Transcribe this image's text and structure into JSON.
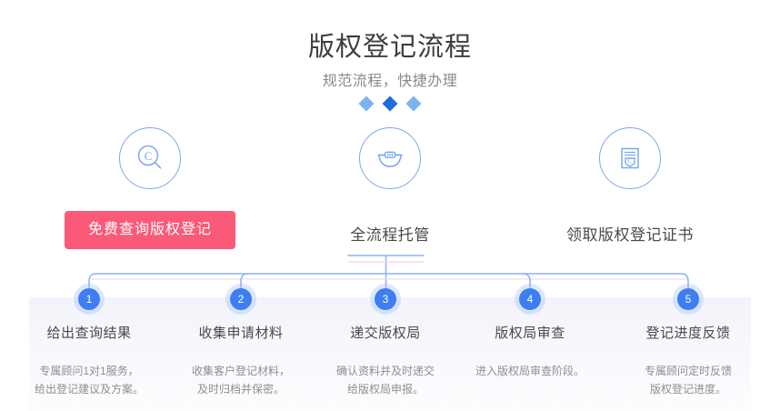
{
  "header": {
    "title": "版权登记流程",
    "subtitle": "规范流程，快捷办理",
    "diamonds": [
      "light",
      "dark",
      "light"
    ]
  },
  "colors": {
    "accent_blue": "#3d7ef0",
    "line_blue": "#8fb3f5",
    "cta_red": "#fa5a78",
    "icon_stroke": "#7aa7f0",
    "title_text": "#3d3d3d",
    "subtitle_text": "#8a8a8a",
    "body_text": "#8e8e8e"
  },
  "top_stages": [
    {
      "icon": "copyright-search-icon",
      "label": "免费查询版权登记",
      "is_button": true
    },
    {
      "icon": "briefcase-custody-icon",
      "label": "全流程托管",
      "is_button": false
    },
    {
      "icon": "certificate-shield-icon",
      "label": "领取版权登记证书",
      "is_button": false
    }
  ],
  "steps": [
    {
      "number": "1",
      "title": "给出查询结果",
      "desc_line1": "专属顾问1对1服务，",
      "desc_line2": "给出登记建议及方案。"
    },
    {
      "number": "2",
      "title": "收集申请材料",
      "desc_line1": "收集客户登记材料，",
      "desc_line2": "及时归档并保密。"
    },
    {
      "number": "3",
      "title": "递交版权局",
      "desc_line1": "确认资料并及时递交",
      "desc_line2": "给版权局申报。"
    },
    {
      "number": "4",
      "title": "版权局审查",
      "desc_line1": "进入版权局审查阶段。",
      "desc_line2": ""
    },
    {
      "number": "5",
      "title": "登记进度反馈",
      "desc_line1": "专属顾问定时反馈",
      "desc_line2": "版权登记进度。"
    }
  ]
}
